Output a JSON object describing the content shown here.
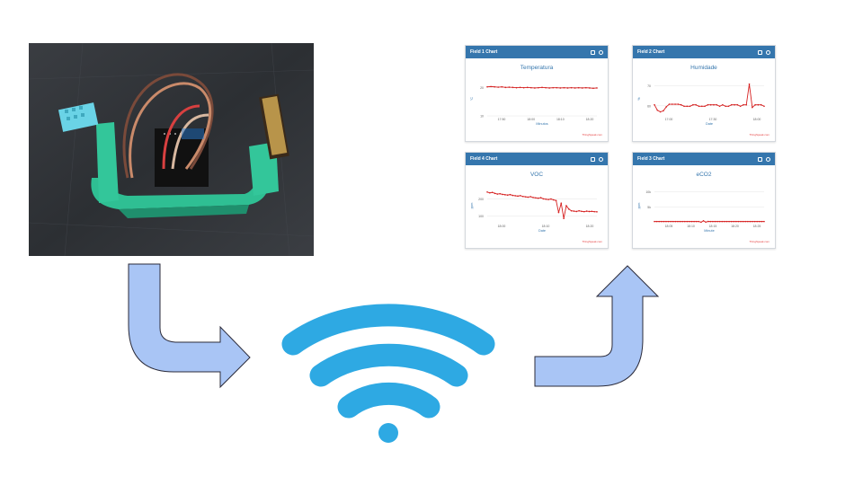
{
  "colors": {
    "arrow_fill": "#a9c5f5",
    "arrow_stroke": "#2b2b3a",
    "wifi": "#2ea9e3",
    "card_header": "#3576ad",
    "series": "#d62020",
    "link": "#3576ad",
    "credit": "#e43b3b"
  },
  "photo": {
    "icon": "sensor-device-photo"
  },
  "wifi": {
    "icon": "wifi-icon"
  },
  "charts": [
    {
      "id": "field1",
      "header": "Field 1 Chart",
      "chart_data": {
        "type": "line",
        "title": "Temperatura",
        "xlabel": "Minutos",
        "ylabel": "°C",
        "x_ticks": [
          "17:50",
          "18:00",
          "18:10",
          "18:20"
        ],
        "y_ticks": [
          "20",
          "10"
        ],
        "ylim": [
          10,
          22
        ],
        "series": [
          {
            "values": [
              20.2,
              20.3,
              20.2,
              20.1,
              20.2,
              20.0,
              20.1,
              20.0,
              19.9,
              20.0,
              19.9,
              20.0,
              19.9,
              19.8,
              19.9,
              20.0,
              19.9,
              19.8,
              19.9,
              19.9,
              19.8,
              19.9,
              19.8,
              19.9,
              19.8,
              19.9,
              19.8,
              19.9,
              19.8,
              19.7,
              19.8
            ]
          }
        ],
        "credit": "ThingSpeak.com"
      }
    },
    {
      "id": "field2",
      "header": "Field 2 Chart",
      "chart_data": {
        "type": "line",
        "title": "Humidade",
        "xlabel": "Date",
        "ylabel": "%",
        "x_ticks": [
          "17:00",
          "17:30",
          "18:00"
        ],
        "y_ticks": [
          "70",
          "60"
        ],
        "ylim": [
          55,
          72
        ],
        "series": [
          {
            "values": [
              60.5,
              57.8,
              57.0,
              57.5,
              59.5,
              60.8,
              60.8,
              60.8,
              60.8,
              60.5,
              59.8,
              59.8,
              59.8,
              60.5,
              60.5,
              59.8,
              59.8,
              59.8,
              60.5,
              60.5,
              60.5,
              60.5,
              59.8,
              60.5,
              59.8,
              59.8,
              60.5,
              60.5,
              60.5,
              59.8,
              60.5,
              60.5,
              70.8,
              59.2,
              60.5,
              60.5,
              60.5,
              59.8
            ]
          }
        ],
        "credit": "ThingSpeak.com"
      }
    },
    {
      "id": "field4",
      "header": "Field 4 Chart",
      "chart_data": {
        "type": "line",
        "title": "VOC",
        "xlabel": "Date",
        "ylabel": "ppm",
        "x_ticks": [
          "18:00",
          "18:10",
          "18:20"
        ],
        "y_ticks": [
          "200",
          "100"
        ],
        "ylim": [
          60,
          260
        ],
        "series": [
          {
            "values": [
              240,
              235,
              238,
              232,
              228,
              230,
              226,
              224,
              222,
              225,
              220,
              218,
              216,
              219,
              214,
              212,
              210,
              213,
              208,
              206,
              204,
              207,
              200,
              198,
              196,
              199,
              194,
              190,
              120,
              175,
              85,
              160,
              140,
              130,
              128,
              126,
              130,
              127,
              125,
              128,
              126,
              127,
              125,
              124
            ]
          }
        ],
        "credit": "ThingSpeak.com"
      }
    },
    {
      "id": "field3",
      "header": "Field 3 Chart",
      "chart_data": {
        "type": "line",
        "title": "eCO2",
        "xlabel": "Minute",
        "ylabel": "ppm",
        "x_ticks": [
          "18:05",
          "18:10",
          "18:15",
          "18:20",
          "18:25"
        ],
        "y_ticks": [
          "10k",
          "5k"
        ],
        "ylim": [
          0,
          11000
        ],
        "series": [
          {
            "values": [
              400,
              400,
              400,
              400,
              400,
              400,
              400,
              400,
              400,
              400,
              400,
              400,
              400,
              400,
              400,
              400,
              400,
              400,
              400,
              400,
              180,
              620,
              200,
              420,
              400,
              400,
              400,
              400,
              400,
              400,
              400,
              400,
              400,
              400,
              400,
              400,
              400,
              400,
              400,
              400,
              400,
              400,
              400,
              400,
              400,
              400,
              400,
              400
            ]
          }
        ],
        "credit": "ThingSpeak.com"
      }
    }
  ]
}
